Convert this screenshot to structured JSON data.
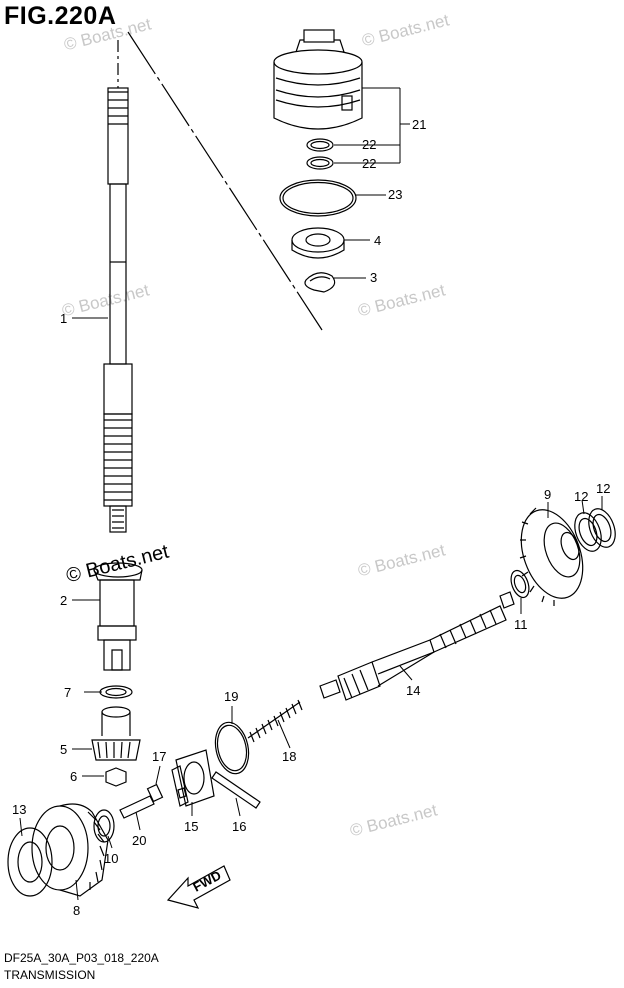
{
  "figure": {
    "title": "FIG.220A",
    "code": "DF25A_30A_P03_018_220A",
    "name": "TRANSMISSION"
  },
  "watermarks": [
    "© Boats.net",
    "© Boats.net",
    "© Boats.net",
    "© Boats.net",
    "© Boats.net",
    "© Boats.net",
    "© Boats.net"
  ],
  "callouts": [
    "1",
    "2",
    "3",
    "4",
    "5",
    "6",
    "7",
    "8",
    "9",
    "10",
    "11",
    "12",
    "12",
    "13",
    "14",
    "15",
    "16",
    "17",
    "18",
    "19",
    "20",
    "21",
    "22",
    "22",
    "23"
  ],
  "fwd_label": "FWD",
  "colors": {
    "line": "#000000",
    "watermark": "#c8c8c8",
    "background": "#ffffff"
  }
}
